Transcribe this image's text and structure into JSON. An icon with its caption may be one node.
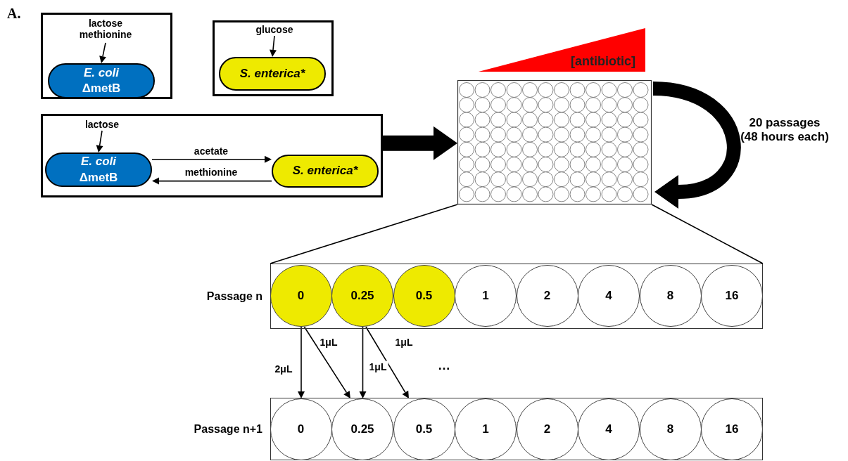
{
  "diagram": {
    "nodes": [
      {
        "text": [],
        "shape": "box"
      },
      {
        "text": [
          "lactose methionine"
        ],
        "in": 0
      },
      {
        "text": [
          "E. coli",
          "ΔmetB"
        ],
        "in": 0
      },
      {
        "text": [],
        "shape": "box"
      },
      {
        "text": [
          "glucose"
        ],
        "in": 3
      },
      {
        "text": [
          "S. enterica*"
        ],
        "in": 3
      },
      {
        "text": [],
        "shape": "box"
      },
      {
        "text": [
          "lactose"
        ],
        "in": 6
      },
      {
        "text": [
          "E. coli",
          "ΔmetB"
        ],
        "in": 6
      },
      {
        "text": [
          "S. enterica*"
        ],
        "in": 6
      },
      {
        "text": [],
        "shape": "picture"
      },
      {
        "text": [
          "[antibiotic]"
        ]
      },
      {
        "text": [],
        "shape": "box",
        "beside": [
          "Passage n"
        ]
      },
      {
        "text": [
          "0"
        ],
        "in": 12
      },
      {
        "text": [
          "0.25"
        ],
        "in": 12
      },
      {
        "text": [
          "0.5"
        ],
        "in": 12
      },
      {
        "text": [
          "1"
        ],
        "in": 12
      },
      {
        "text": [
          "2"
        ],
        "in": 12
      },
      {
        "text": [
          "4"
        ],
        "in": 12
      },
      {
        "text": [
          "8"
        ],
        "in": 12
      },
      {
        "text": [
          "16"
        ],
        "in": 12
      },
      {
        "text": [],
        "shape": "box",
        "beside": [
          "Passage n+1"
        ]
      },
      {
        "text": [
          "0"
        ],
        "in": 21
      },
      {
        "text": [
          "0.25"
        ],
        "in": 21
      },
      {
        "text": [
          "0.5"
        ],
        "in": 21
      },
      {
        "text": [
          "1"
        ],
        "in": 21
      },
      {
        "text": [
          "2"
        ],
        "in": 21
      },
      {
        "text": [
          "4"
        ],
        "in": 21
      },
      {
        "text": [
          "8"
        ],
        "in": 21
      },
      {
        "text": [
          "16"
        ],
        "in": 21
      }
    ],
    "edges": [
      {
        "from": 1,
        "to": 2,
        "arrow": "to"
      },
      {
        "from": 4,
        "to": 5,
        "arrow": "to"
      },
      {
        "from": 7,
        "to": 8,
        "arrow": "to"
      },
      {
        "from": 8,
        "to": 9,
        "arrow": "to",
        "label": "acetate"
      },
      {
        "from": 9,
        "to": 8,
        "arrow": "to",
        "label": "methionine"
      },
      {
        "from": 6,
        "to": 10,
        "arrow": "to",
        "style": "thick"
      },
      {
        "from": 10,
        "to": 10,
        "arrow": "to",
        "style": "thick",
        "label": "20 passages (48 hours each)"
      },
      {
        "from": 10,
        "to": 12,
        "arrow": "none"
      },
      {
        "from": 10,
        "to": 12,
        "arrow": "none"
      },
      {
        "from": 13,
        "to": 22,
        "arrow": "to",
        "label": "2μL"
      },
      {
        "from": 13,
        "to": 23,
        "arrow": "to",
        "label": "1μL"
      },
      {
        "from": 14,
        "to": 23,
        "arrow": "to",
        "label": "1μL"
      },
      {
        "from": 14,
        "to": 24,
        "arrow": "to",
        "label": "1μL"
      }
    ],
    "labels": [
      "A.",
      "…"
    ]
  }
}
